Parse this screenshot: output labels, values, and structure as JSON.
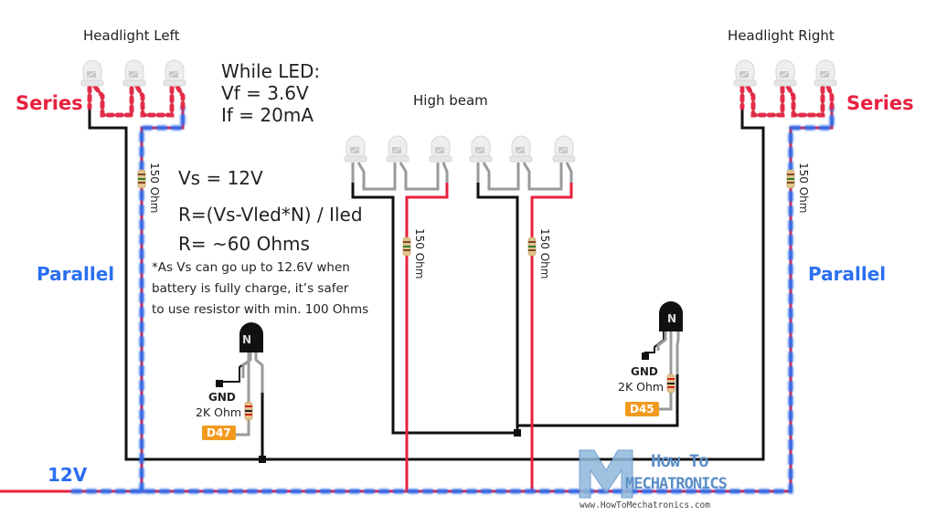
{
  "labels": {
    "headlight_left": "Headlight Left",
    "headlight_right": "Headlight Right",
    "high_beam": "High beam",
    "series_left": "Series",
    "series_right": "Series",
    "parallel_left": "Parallel",
    "parallel_right": "Parallel",
    "supply": "12V"
  },
  "led_spec": {
    "line1": "While LED:",
    "line2": "Vf = 3.6V",
    "line3": "If = 20mA"
  },
  "formula": {
    "vs": "Vs = 12V",
    "equation": "R=(Vs-Vled*N) / Iled",
    "result": "R= ~60 Ohms",
    "note_line1": "*As Vs can go up to 12.6V when",
    "note_line2": "battery is fully charge, it’s safer",
    "note_line3": "to use resistor with min. 100 Ohms"
  },
  "resistors": {
    "left_headlight": "150 Ohm",
    "right_headlight": "150 Ohm",
    "high_beam_left": "150 Ohm",
    "high_beam_right": "150 Ohm",
    "base_left": "2K Ohm",
    "base_right": "2K Ohm"
  },
  "transistors": {
    "left": {
      "type": "N",
      "gnd": "GND",
      "pin": "D47"
    },
    "right": {
      "type": "N",
      "gnd": "GND",
      "pin": "D45"
    }
  },
  "logo": {
    "line1": "How To",
    "line2": "MECHATRONICS",
    "url": "www.HowToMechatronics.com"
  },
  "colors": {
    "series": "#e8203f",
    "parallel": "#2a6ff0",
    "wire_positive": "#e8203f",
    "wire_ground": "#111111",
    "wire_lead": "#9a9a9a",
    "pin_badge": "#f29a1e"
  }
}
